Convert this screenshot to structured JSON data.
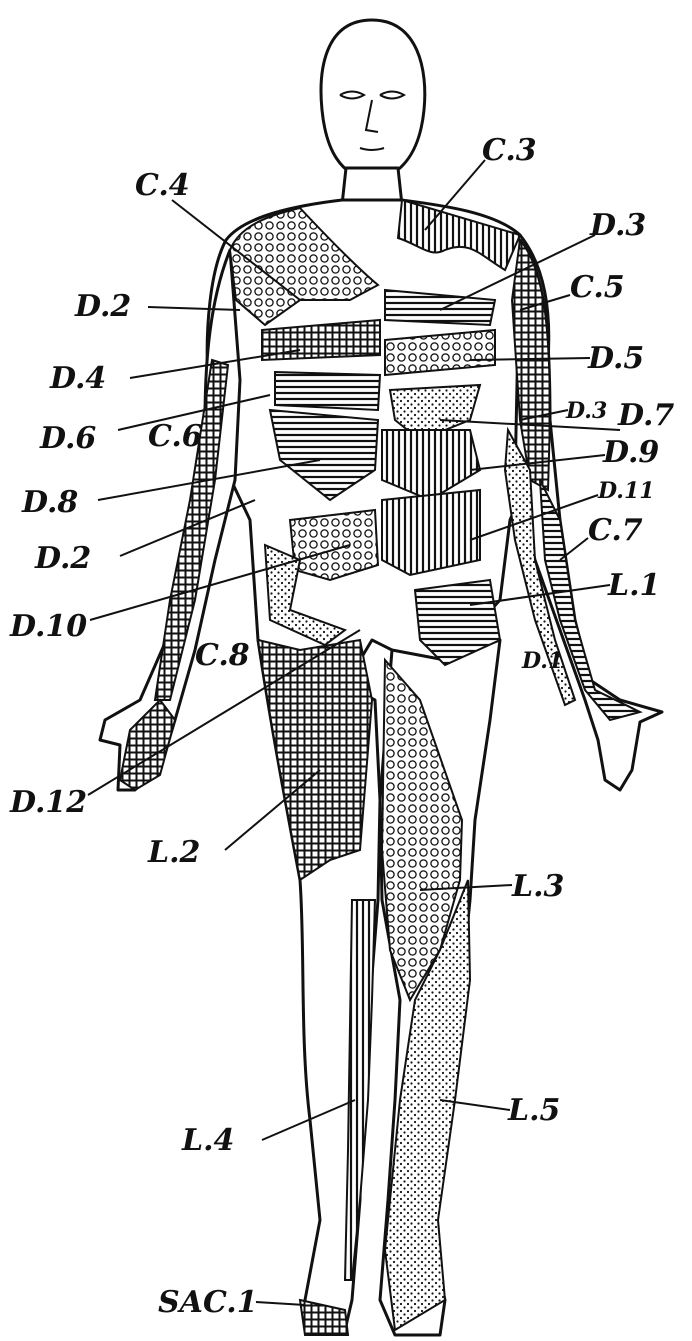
{
  "labels": {
    "c3": "C.3",
    "c4": "C.4",
    "d2a": "D.2",
    "d3a": "D.3",
    "c5": "C.5",
    "d4": "D.4",
    "d5": "D.5",
    "d3b": "D.3",
    "d7": "D.7",
    "d6": "D.6",
    "c6": "C.6",
    "d9": "D.9",
    "d8": "D.8",
    "d11": "D.11",
    "d2b": "D.2",
    "c7": "C.7",
    "l1": "L.1",
    "d10": "D.10",
    "d1": "D.1",
    "c8": "C.8",
    "d12": "D.12",
    "l2": "L.2",
    "l3": "L.3",
    "l4": "L.4",
    "l5": "L.5",
    "sac1": "SAC.1"
  },
  "pattern_icons": [
    "hatch-horizontal",
    "hatch-vertical",
    "crosshatch",
    "dots",
    "circles"
  ]
}
